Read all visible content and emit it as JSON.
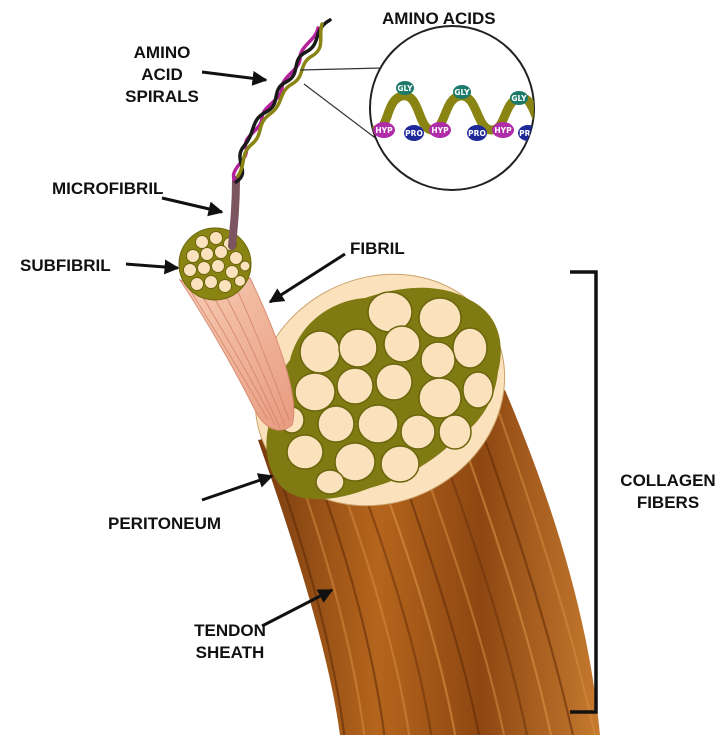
{
  "labels": {
    "amino_acids": "AMINO ACIDS",
    "amino_acid_spirals": [
      "AMINO",
      "ACID",
      "SPIRALS"
    ],
    "microfibril": "MICROFIBRIL",
    "subfibril": "SUBFIBRIL",
    "fibril": "FIBRIL",
    "peritoneum": "PERITONEUM",
    "tendon_sheath": [
      "TENDON",
      "SHEATH"
    ],
    "collagen_fibers": [
      "COLLAGEN",
      "FIBERS"
    ]
  },
  "amino_acid_tags": {
    "gly": "GLY",
    "hyp": "HYP",
    "pro": "PRO"
  },
  "colors": {
    "olive": "#8a8413",
    "cream": "#fbe2bd",
    "tendon_dark": "#7a3c10",
    "tendon_mid": "#a85a18",
    "tendon_light": "#d08a3a",
    "fibril_pink": "#f2b89c",
    "helix_purple": "#b3229a",
    "helix_black": "#1a1a1a",
    "gly_teal": "#1c7a6a",
    "hyp_magenta": "#b02ca8",
    "pro_navy": "#1f2a9a"
  }
}
